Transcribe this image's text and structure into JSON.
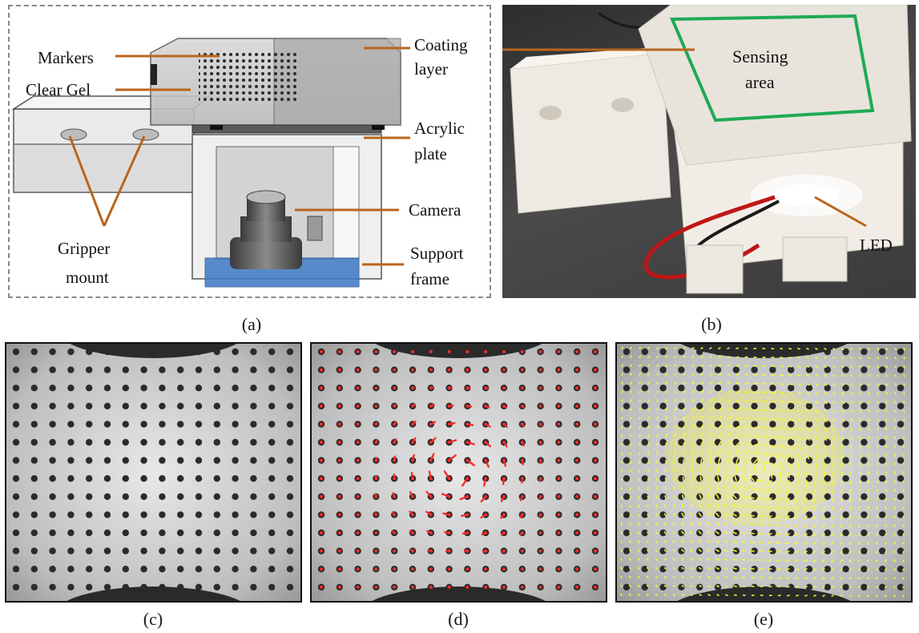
{
  "figure": {
    "panels": {
      "a": {
        "caption": "(a)",
        "labels": {
          "markers": "Markers",
          "clear_gel": "Clear Gel",
          "gripper_mount_line1": "Gripper",
          "gripper_mount_line2": "mount",
          "coating_line1": "Coating",
          "coating_line2": "layer",
          "acrylic_line1": "Acrylic",
          "acrylic_line2": "plate",
          "camera": "Camera",
          "support_line1": "Support",
          "support_line2": "frame"
        }
      },
      "b": {
        "caption": "(b)",
        "labels": {
          "sensing_line1": "Sensing",
          "sensing_line2": "area",
          "led": "LED"
        }
      },
      "c": {
        "caption": "(c)"
      },
      "d": {
        "caption": "(d)"
      },
      "e": {
        "caption": "(e)"
      }
    },
    "colors": {
      "leader_line": "#b8651e",
      "sensing_outline": "#1faa55",
      "marker_displacement": "#ff2a2a",
      "flow_field": "#f5f532",
      "acrylic_plate": "#3d79c4"
    }
  }
}
